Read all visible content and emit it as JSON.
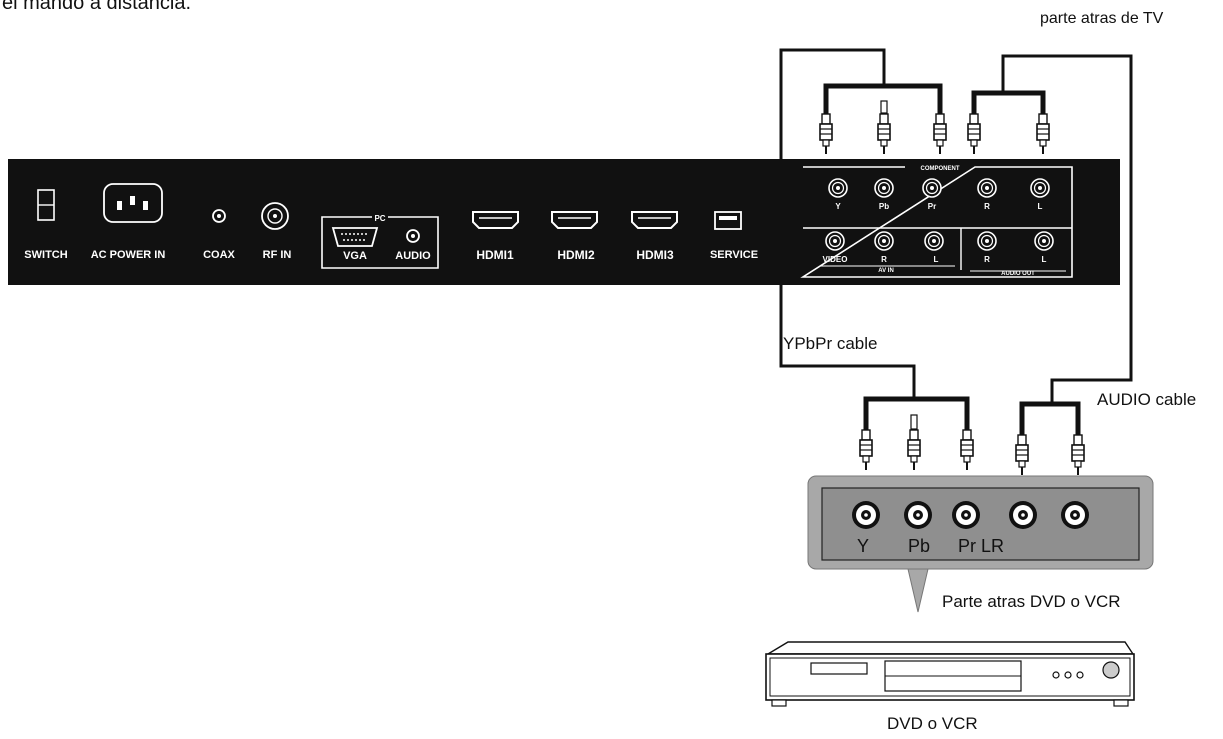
{
  "captions": {
    "top_text": "el mando a distancia.",
    "tv_back": "parte atras de TV",
    "ypbpr_cable": "YPbPr cable",
    "audio_cable": "AUDIO cable",
    "dvd_back": "Parte atras DVD o VCR",
    "dvd_device": "DVD o VCR"
  },
  "tv_panel": {
    "switch": "SWITCH",
    "ac_power_in": "AC POWER IN",
    "coax": "COAX",
    "rf_in": "RF IN",
    "pc": "PC",
    "vga": "VGA",
    "audio": "AUDIO",
    "hdmi1": "HDMI1",
    "hdmi2": "HDMI2",
    "hdmi3": "HDMI3",
    "service": "SERVICE",
    "component": "COMPONENT",
    "comp_y": "Y",
    "comp_pb": "Pb",
    "comp_pr": "Pr",
    "comp_r": "R",
    "comp_l": "L",
    "video": "VIDEO",
    "av_r": "R",
    "av_l": "L",
    "av_in": "AV IN",
    "out_r": "R",
    "out_l": "L",
    "audio_out": "AUDIO OUT"
  },
  "dvd_panel": {
    "y": "Y",
    "pb": "Pb",
    "pr_lr": "Pr LR"
  },
  "colors": {
    "panel": "#111111",
    "dvd_panel_outer": "#a8a8a8",
    "dvd_panel_inner": "#8f8f8f",
    "cable": "#111111"
  }
}
